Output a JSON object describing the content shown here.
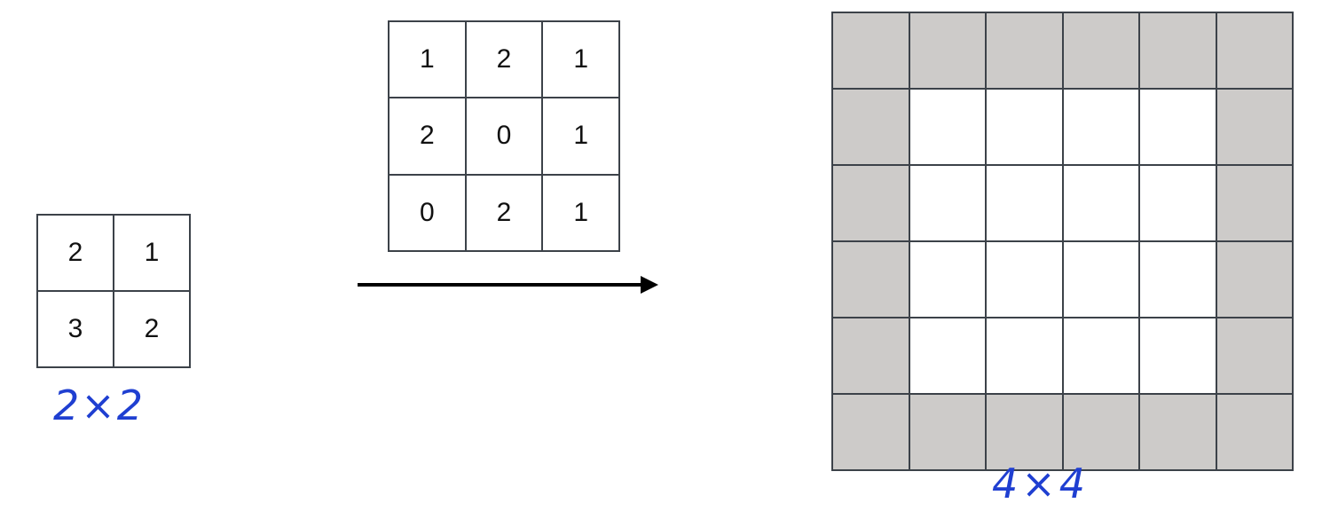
{
  "input_matrix": {
    "cells": [
      [
        "2",
        "1"
      ],
      [
        "3",
        "2"
      ]
    ],
    "caption": "2×2"
  },
  "kernel_matrix": {
    "cells": [
      [
        "1",
        "2",
        "1"
      ],
      [
        "2",
        "0",
        "1"
      ],
      [
        "0",
        "2",
        "1"
      ]
    ]
  },
  "output_matrix": {
    "rows": 6,
    "cols": 6,
    "padding_color": "#cdcbc9",
    "inner_color": "#ffffff",
    "caption": "4×4"
  },
  "colors": {
    "grid_line": "#3c4249",
    "annotation": "#1f3fd1",
    "arrow": "#000000"
  }
}
